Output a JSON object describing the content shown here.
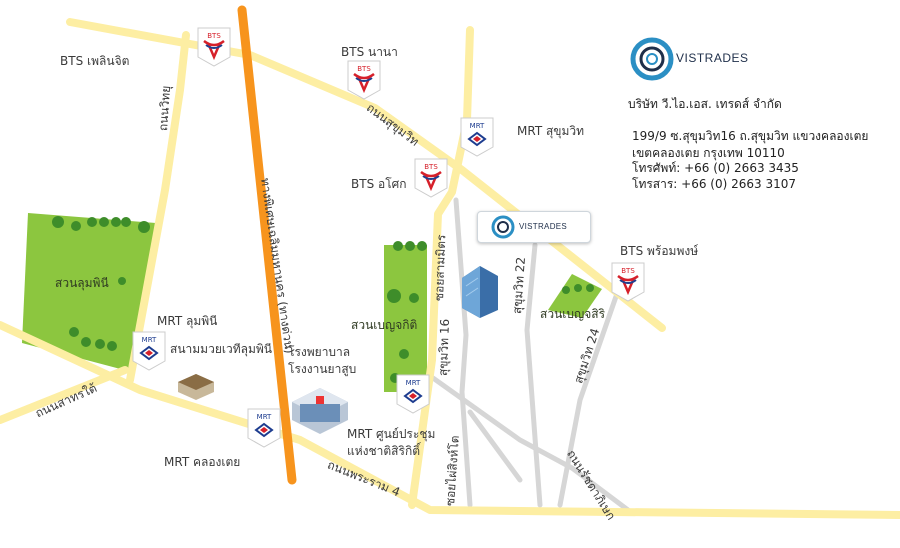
{
  "company": {
    "brand": "VISTRADES",
    "name": "บริษัท วี.ไอ.เอส. เทรดส์ จำกัด",
    "address_line1": "199/9 ซ.สุขุมวิท16 ถ.สุขุมวิท แขวงคลองเตย",
    "address_line2": "เขตคลองเตย กรุงเทพ 10110",
    "phone": "โทรศัพท์: +66 (0) 2663 3435",
    "fax": "โทรสาร: +66 (0) 2663 3107",
    "colors": {
      "brand_blue": "#1f2f4a",
      "ring_blue": "#2b8fc4"
    }
  },
  "pin": {
    "brand": "VISTRADES"
  },
  "stations": {
    "bts_ploenchit": "BTS เพลินจิต",
    "bts_nana": "BTS นานา",
    "mrt_sukhumvit": "MRT สุขุมวิท",
    "bts_asok": "BTS อโศก",
    "bts_phrom_phong": "BTS พร้อมพงษ์",
    "mrt_lumphini": "MRT ลุมพินี",
    "mrt_qsncc": "MRT ศูนย์ประชุม",
    "mrt_qsncc_line2": "แห่งชาติสิริกิติ์",
    "mrt_khlong_toei": "MRT คลองเตย",
    "bts_logo_text": "BTS",
    "mrt_logo_text": "MRT",
    "colors": {
      "bts_red": "#d6202a",
      "bts_blue": "#1f3f8f",
      "mrt_blue": "#1d3c8f",
      "mrt_red": "#d6202a"
    }
  },
  "roads": {
    "witthayu": "ถนนวิทยุ",
    "sukhumvit_road": "ถนนสุขุมวิท",
    "expressway": "ทางพิเศษเฉลิมมหานคร (ทางด่วน)",
    "soi_sukhumvit16": "สุขุมวิท 16",
    "soi_sarasin": "ซอยสามมิตร",
    "sukhumvit22": "สุขุมวิท 22",
    "sukhumvit24": "สุขุมวิท 24",
    "sathon_tai": "ถนนสาทรใต้",
    "rama4": "ถนนพระราม 4",
    "soi_phai_sing_to": "ซอยไผ่สิงห์โต",
    "rachadapisek": "ถนนรัชดาภิเษก",
    "rail_color": "#f7941d",
    "road_color": "#fdeea3",
    "minor_road_color": "#d6d6d6"
  },
  "places": {
    "lumphini_park": "สวนลุมพินี",
    "benjakitti_park": "สวนเบญจกิติ",
    "benjasiri_park": "สวนเบญจสิริ",
    "lumphini_boxing": "สนามมวยเวทีลุมพินี",
    "hospital_line1": "โรงพยาบาล",
    "hospital_line2": "โรงงานยาสูบ",
    "park_color": "#8cc63f"
  }
}
